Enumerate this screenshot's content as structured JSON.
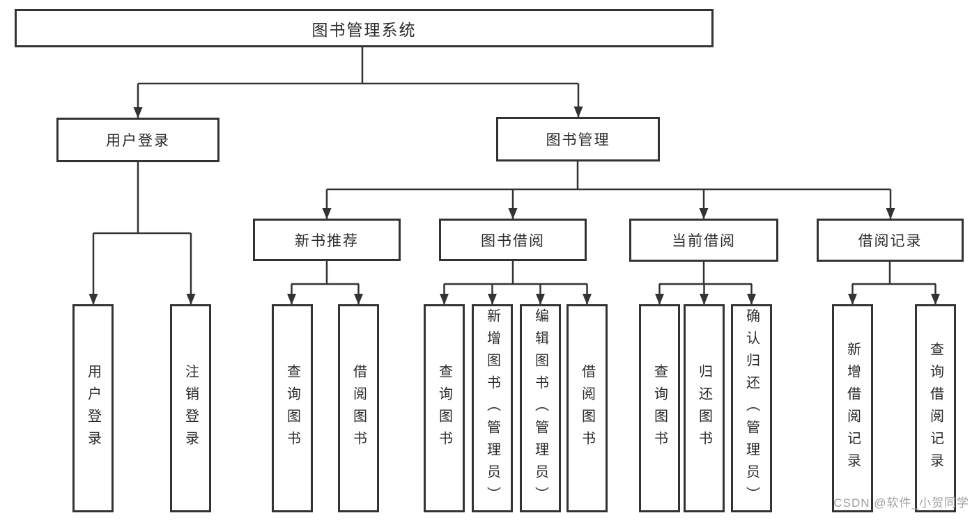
{
  "diagram": {
    "root": {
      "label": "图书管理系统"
    },
    "branches": [
      {
        "label": "用户登录",
        "children": [
          {
            "label": "用户登录"
          },
          {
            "label": "注销登录"
          }
        ]
      },
      {
        "label": "图书管理",
        "children": [
          {
            "label": "新书推荐",
            "children": [
              {
                "label": "查询图书"
              },
              {
                "label": "借阅图书"
              }
            ]
          },
          {
            "label": "图书借阅",
            "children": [
              {
                "label": "查询图书"
              },
              {
                "label": "新增图书（管理员）"
              },
              {
                "label": "编辑图书（管理员）"
              },
              {
                "label": "借阅图书"
              }
            ]
          },
          {
            "label": "当前借阅",
            "children": [
              {
                "label": "查询图书"
              },
              {
                "label": "归还图书"
              },
              {
                "label": "确认归还（管理员）"
              }
            ]
          },
          {
            "label": "借阅记录",
            "children": [
              {
                "label": "新增借阅记录"
              },
              {
                "label": "查询借阅记录"
              }
            ]
          }
        ]
      }
    ]
  },
  "watermark": {
    "text": "CSDN @软件_小贺同学"
  },
  "colors": {
    "line": "#333333",
    "border": "#333333",
    "text": "#2b2b2b",
    "background": "#ffffff",
    "watermark": "#9f9f9f"
  }
}
